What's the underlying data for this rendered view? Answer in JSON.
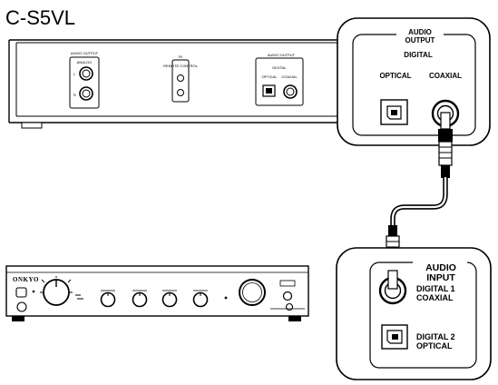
{
  "model_label": "C-S5VL",
  "player_panel": {
    "audio_output_small": "AUDIO OUTPUT",
    "analog_small": "ANALOG",
    "l_label": "L",
    "r_label": "R",
    "ri_label": "RI",
    "remote_control_small": "REMOTE CONTROL",
    "digital_small": "DIGITAL",
    "optical_small": "OPTICAL",
    "coaxial_small": "COAXIAL"
  },
  "output_callout": {
    "title_line1": "AUDIO",
    "title_line2": "OUTPUT",
    "digital": "DIGITAL",
    "optical": "OPTICAL",
    "coaxial": "COAXIAL"
  },
  "amplifier": {
    "brand": "ONKYO"
  },
  "input_callout": {
    "title_line1": "AUDIO",
    "title_line2": "INPUT",
    "digital1_line1": "DIGITAL 1",
    "digital1_line2": "COAXIAL",
    "digital2_line1": "DIGITAL 2",
    "digital2_line2": "OPTICAL"
  }
}
